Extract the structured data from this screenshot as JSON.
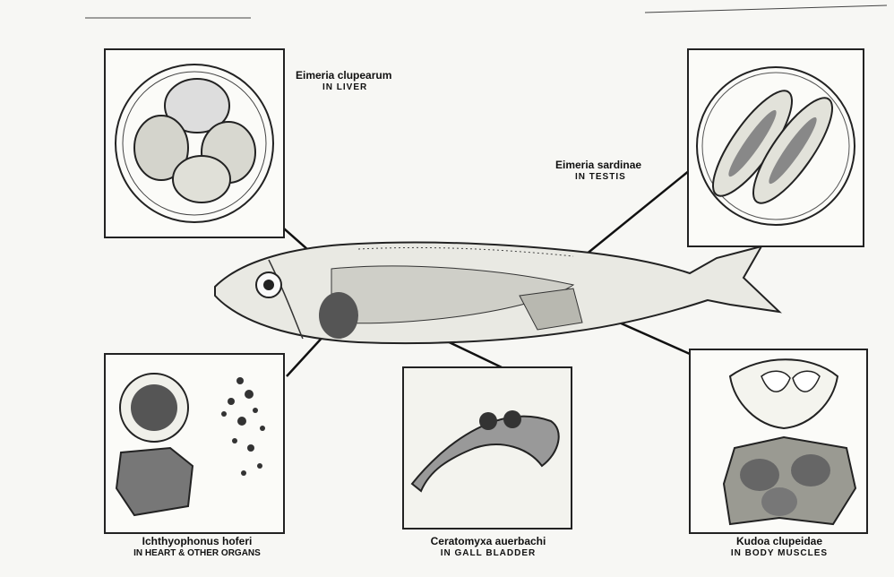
{
  "labels": {
    "eimeria_clupearum": {
      "species": "Eimeria clupearum",
      "site": "IN LIVER"
    },
    "eimeria_sardinae": {
      "species": "Eimeria sardinae",
      "site": "IN TESTIS"
    },
    "ichthyophonus": {
      "species": "Ichthyophonus hoferi",
      "site": "IN HEART & OTHER ORGANS"
    },
    "ceratomyxa": {
      "species": "Ceratomyxa auerbachi",
      "site": "IN GALL BLADDER"
    },
    "kudoa": {
      "species": "Kudoa clupeidae",
      "site": "IN BODY MUSCLES"
    }
  },
  "colors": {
    "ink": "#1a1a1a",
    "paper": "#f7f7f4",
    "stipple": "#555555"
  }
}
